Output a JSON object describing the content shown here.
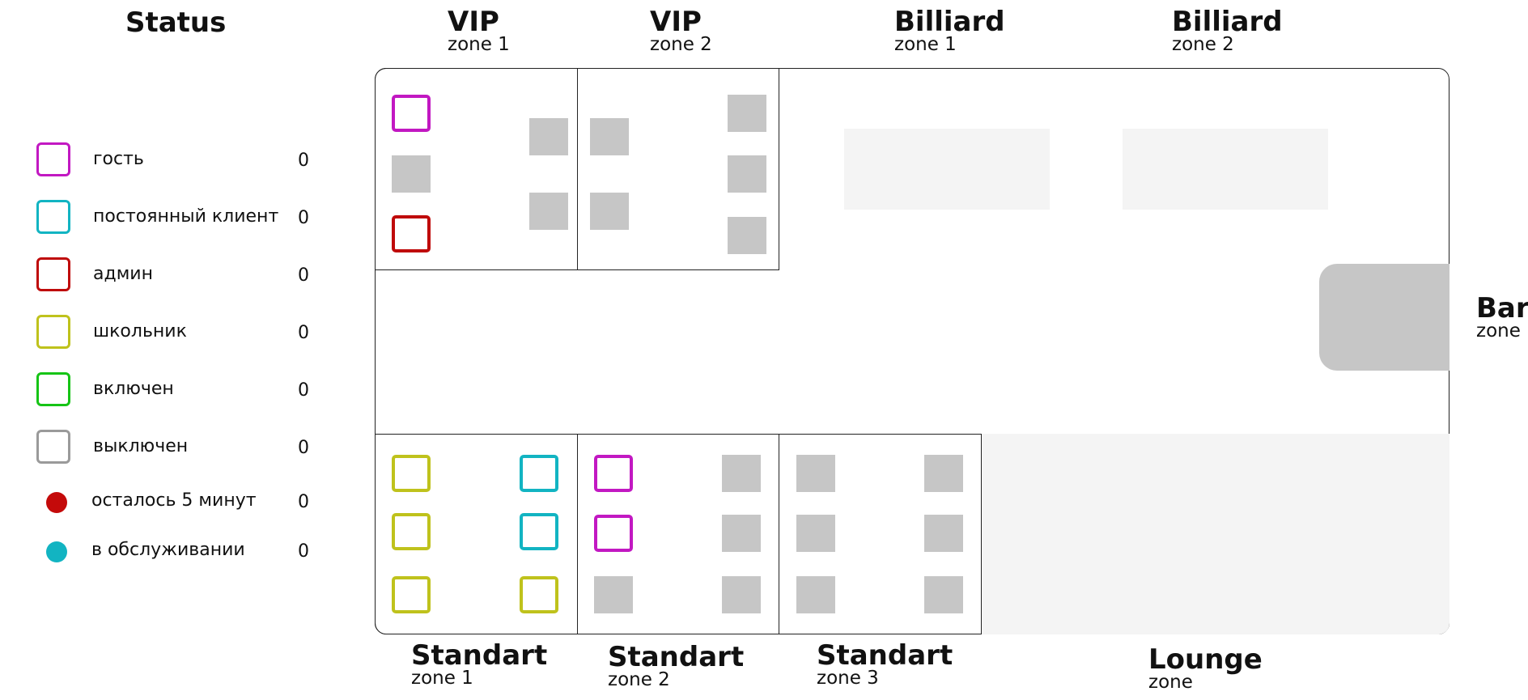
{
  "legend": {
    "title": "Status",
    "items": [
      {
        "label": "гость",
        "count": "0",
        "color": "#c218c2",
        "kind": "square"
      },
      {
        "label": "постоянный клиент",
        "count": "0",
        "color": "#12b4c2",
        "kind": "square"
      },
      {
        "label": "админ",
        "count": "0",
        "color": "#bf0a0a",
        "kind": "square"
      },
      {
        "label": "школьник",
        "count": "0",
        "color": "#bfc21c",
        "kind": "square"
      },
      {
        "label": "включен",
        "count": "0",
        "color": "#16c416",
        "kind": "square"
      },
      {
        "label": "выключен",
        "count": "0",
        "color": "#9a9a9a",
        "kind": "square"
      },
      {
        "label": "осталось 5 минут",
        "count": "0",
        "color": "#c40a0a",
        "kind": "dot"
      },
      {
        "label": "в обслуживании",
        "count": "0",
        "color": "#12b4c2",
        "kind": "dot"
      }
    ]
  },
  "zones": {
    "vip1": {
      "name": "VIP",
      "sub": "zone 1"
    },
    "vip2": {
      "name": "VIP",
      "sub": "zone 2"
    },
    "billiard1": {
      "name": "Billiard",
      "sub": "zone 1"
    },
    "billiard2": {
      "name": "Billiard",
      "sub": "zone 2"
    },
    "bar": {
      "name": "Bar",
      "sub": "zone"
    },
    "standart1": {
      "name": "Standart",
      "sub": "zone 1"
    },
    "standart2": {
      "name": "Standart",
      "sub": "zone 2"
    },
    "standart3": {
      "name": "Standart",
      "sub": "zone 3"
    },
    "lounge": {
      "name": "Lounge",
      "sub": "zone"
    }
  },
  "pcs": {
    "vip1": [
      "guest",
      "off",
      "admin",
      "off",
      "off"
    ],
    "vip2": [
      "off",
      "off",
      "off",
      "off",
      "off"
    ],
    "standart1": [
      "schoolboy",
      "schoolboy",
      "schoolboy",
      "regular",
      "regular",
      "schoolboy"
    ],
    "standart2": [
      "guest",
      "guest",
      "off",
      "off",
      "off",
      "off"
    ],
    "standart3": [
      "off",
      "off",
      "off",
      "off",
      "off",
      "off"
    ]
  },
  "status_colors": {
    "guest": "#c218c2",
    "regular": "#12b4c2",
    "admin": "#bf0a0a",
    "schoolboy": "#bfc21c",
    "on": "#16c416"
  }
}
